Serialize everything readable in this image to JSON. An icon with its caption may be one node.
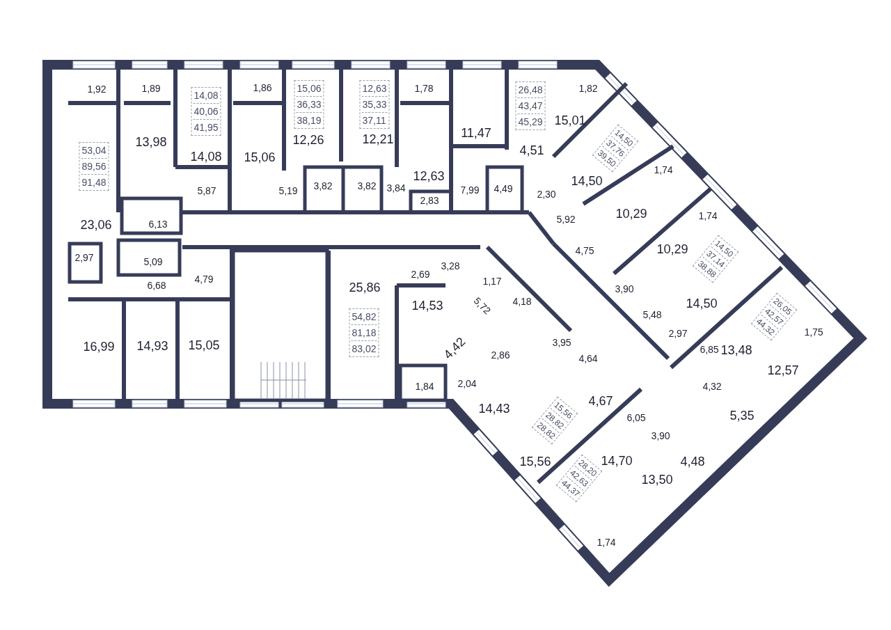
{
  "diagram": {
    "nodes": [
      {
        "text": [
          "14,08",
          "40,06",
          "41,95"
        ]
      },
      {
        "text": [
          "15,06",
          "36,33",
          "38,19"
        ]
      },
      {
        "text": [
          "12,63",
          "35,33",
          "37,11"
        ]
      },
      {
        "text": [
          "26,48",
          "43,47",
          "45,29"
        ]
      },
      {
        "text": [
          "53,04",
          "89,56",
          "91,48"
        ]
      },
      {
        "text": [
          "14,50",
          "37,76",
          "39,50"
        ]
      },
      {
        "text": [
          "14,50",
          "37,14",
          "38,88"
        ]
      },
      {
        "text": [
          "26,05",
          "42,57",
          "44,32"
        ]
      },
      {
        "text": [
          "54,82",
          "81,18",
          "83,02"
        ]
      },
      {
        "text": [
          "15,56",
          "28,82",
          "28,82"
        ]
      },
      {
        "text": [
          "28,20",
          "42,63",
          "44,37"
        ]
      }
    ],
    "labels": [
      "1,92",
      "1,89",
      "1,86",
      "1,78",
      "1,82",
      "15,01",
      "11,47",
      "12,21",
      "12,26",
      "13,98",
      "4,51",
      "14,08",
      "15,06",
      "1,74",
      "12,63",
      "14,50",
      "3,82",
      "3,82",
      "3,84",
      "4,49",
      "7,99",
      "5,87",
      "5,19",
      "2,30",
      "2,83",
      "10,29",
      "1,74",
      "5,92",
      "6,13",
      "23,06",
      "10,29",
      "4,75",
      "2,97",
      "5,09",
      "3,28",
      "2,69",
      "4,79",
      "1,17",
      "6,68",
      "25,86",
      "3,90",
      "4,18",
      "14,50",
      "14,53",
      "5,72",
      "5,48",
      "1,75",
      "2,97",
      "13,48",
      "3,95",
      "15,05",
      "14,93",
      "16,99",
      "4,42",
      "6,85",
      "2,86",
      "4,64",
      "12,57",
      "2,04",
      "1,84",
      "4,32",
      "4,67",
      "14,43",
      "5,35",
      "6,05",
      "3,90",
      "14,70",
      "15,56",
      "4,48",
      "13,50",
      "1,74"
    ]
  }
}
